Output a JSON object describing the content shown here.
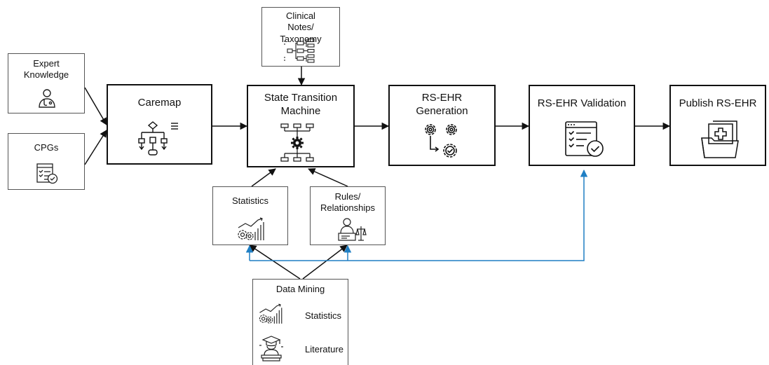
{
  "nodes": {
    "expert_knowledge": {
      "label": "Expert Knowledge"
    },
    "cpgs": {
      "label": "CPGs"
    },
    "caremap": {
      "label": "Caremap"
    },
    "clinical_notes": {
      "label": "Clinical Notes/ Taxonomy"
    },
    "state_transition": {
      "label": "State Transition Machine"
    },
    "rs_ehr_generation": {
      "label": "RS-EHR Generation"
    },
    "rs_ehr_validation": {
      "label": "RS-EHR Validation"
    },
    "publish_rs_ehr": {
      "label": "Publish RS-EHR"
    },
    "statistics": {
      "label": "Statistics"
    },
    "rules_relationships": {
      "label": "Rules/ Relationships"
    },
    "data_mining": {
      "title": "Data Mining",
      "items": [
        {
          "label": "Statistics",
          "icon": "statistics-gears-icon"
        },
        {
          "label": "Literature",
          "icon": "literature-scholar-icon"
        }
      ]
    }
  },
  "colors": {
    "main_border": "#111111",
    "small_border": "#555555",
    "arrow": "#111111",
    "validation_link": "#1f7fc4"
  },
  "icons": {
    "expert_knowledge": "doctor-icon",
    "cpgs": "checklist-icon",
    "caremap": "flowchart-icon",
    "clinical_notes": "taxonomy-tree-icon",
    "state_transition": "state-machine-icon",
    "rs_ehr_generation": "gears-check-icon",
    "rs_ehr_validation": "validation-checklist-icon",
    "publish_rs_ehr": "medical-folder-icon",
    "statistics": "statistics-gears-icon",
    "rules_relationships": "lawyer-scales-icon"
  }
}
